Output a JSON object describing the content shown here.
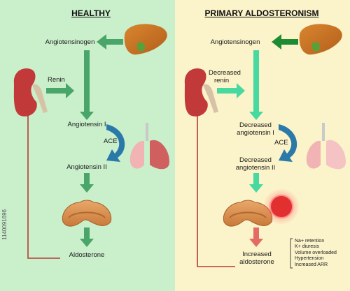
{
  "healthy": {
    "title": "HEALTHY",
    "angiotensinogen": "Angiotensinogen",
    "renin": "Renin",
    "angiotensin_1": "Angiotensin I",
    "ace": "ACE",
    "angiotensin_2": "Angiotensin II",
    "aldosterone": "Aldosterone"
  },
  "primary": {
    "title": "PRIMARY ALDOSTERONISM",
    "angiotensinogen": "Angiotensinogen",
    "renin_line1": "Decreased",
    "renin_line2": "renin",
    "angiotensin_1_line1": "Decreased",
    "angiotensin_1_line2": "angiotensin I",
    "ace": "ACE",
    "angiotensin_2_line1": "Decreased",
    "angiotensin_2_line2": "angiotensin II",
    "aldosterone_line1": "Increased",
    "aldosterone_line2": "aldosterone",
    "effects": [
      "Na+ retention",
      "K+ diuresis",
      "Volume overloaded",
      "Hypertension",
      "Increased ARR"
    ]
  },
  "stock_id": "1140091696",
  "colors": {
    "healthy_bg": "#c9efcb",
    "primary_bg": "#fbf3c9",
    "arrow_green": "#4aa56a",
    "arrow_light": "#48d9a0",
    "ace_arrow": "#2b79a8",
    "feedback": "#b73a3a",
    "increase_arrow": "#e36b63"
  }
}
